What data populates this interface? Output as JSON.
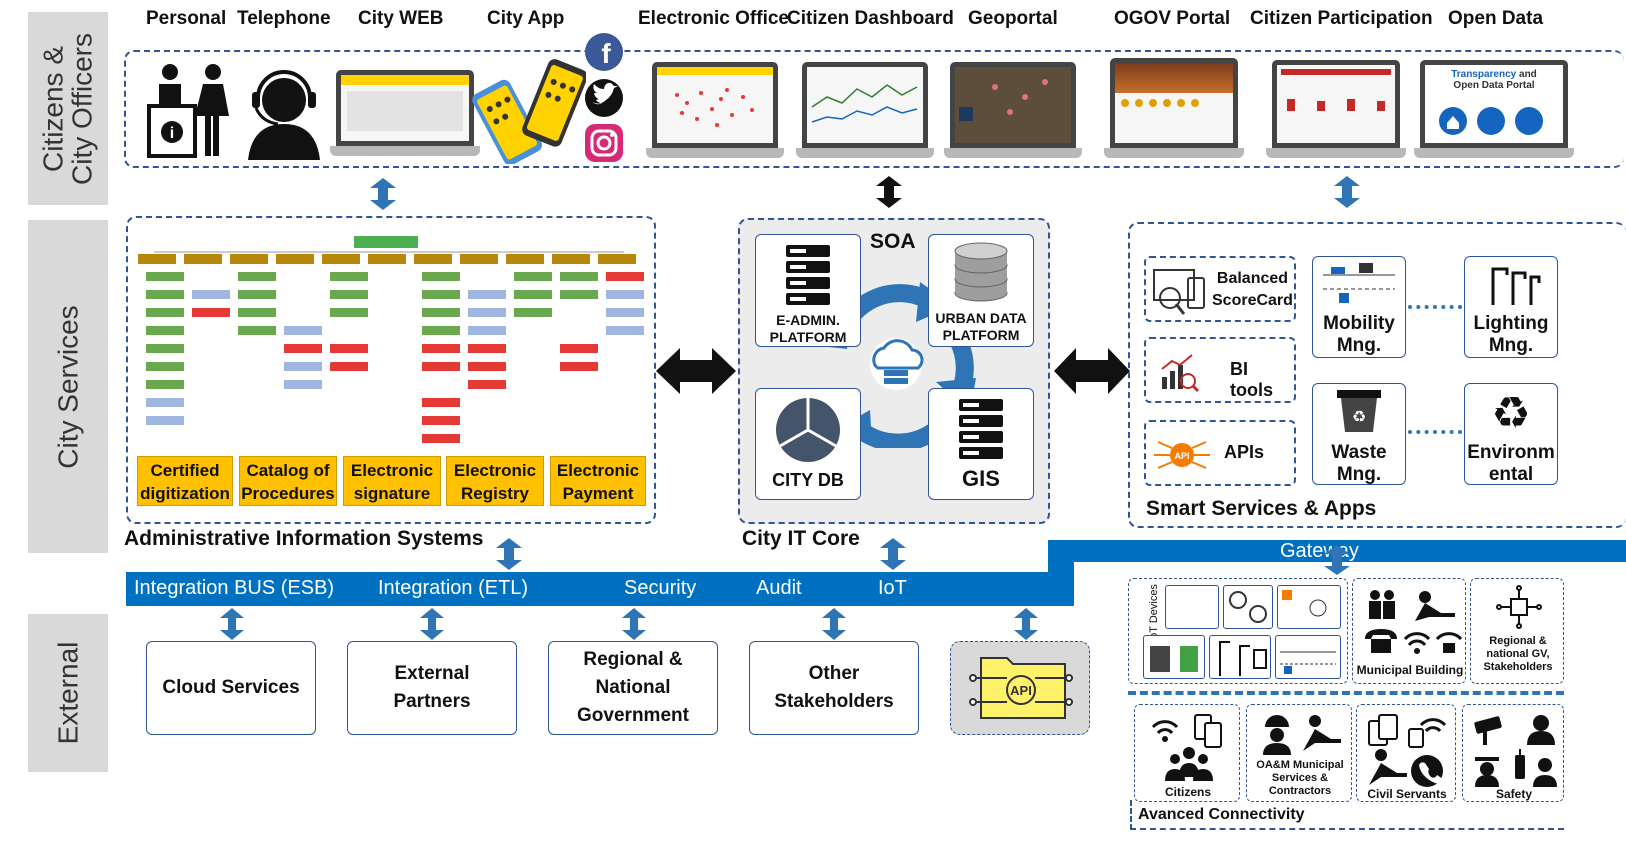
{
  "rows": {
    "citizens": "Citizens & City Officers",
    "services": "City Services",
    "external": "External"
  },
  "channels": [
    "Personal",
    "Telephone",
    "City WEB",
    "City App",
    "Electronic Office",
    "Citizen Dashboard",
    "Geoportal",
    "OGOV Portal",
    "Citizen Participation",
    "Open Data"
  ],
  "open_data_screen": {
    "line1": "Transparency",
    "line2": "and",
    "line3": "Open Data Portal"
  },
  "ais": {
    "title": "Administrative Information Systems",
    "buttons": [
      {
        "l1": "Certified",
        "l2": "digitization"
      },
      {
        "l1": "Catalog of",
        "l2": "Procedures"
      },
      {
        "l1": "Electronic",
        "l2": "signature"
      },
      {
        "l1": "Electronic",
        "l2": "Registry"
      },
      {
        "l1": "Electronic",
        "l2": "Payment"
      }
    ]
  },
  "core": {
    "title": "City IT Core",
    "soa": "SOA",
    "eadmin": {
      "l1": "E-ADMIN.",
      "l2": "PLATFORM"
    },
    "urban": {
      "l1": "URBAN DATA",
      "l2": "PLATFORM"
    },
    "citydb": "CITY DB",
    "gis": "GIS"
  },
  "smart": {
    "title": "Smart Services & Apps",
    "bsc": {
      "l1": "Balanced",
      "l2": "ScoreCard"
    },
    "bi": "BI tools",
    "apis": "APIs",
    "mobility": {
      "l1": "Mobility",
      "l2": "Mng."
    },
    "lighting": {
      "l1": "Lighting",
      "l2": "Mng."
    },
    "waste": {
      "l1": "Waste",
      "l2": "Mng."
    },
    "environmental": {
      "l1": "Environm",
      "l2": "ental"
    }
  },
  "bus": {
    "gateway": "Gateway",
    "items": [
      "Integration BUS (ESB)",
      "Integration (ETL)",
      "Security",
      "Audit",
      "IoT"
    ]
  },
  "external": {
    "cloud": "Cloud Services",
    "partners": {
      "l1": "External",
      "l2": "Partners"
    },
    "gov": {
      "l1": "Regional &",
      "l2": "National",
      "l3": "Government"
    },
    "other": {
      "l1": "Other",
      "l2": "Stakeholders"
    },
    "api": "API"
  },
  "connectivity": {
    "iot_devices": "IoT Devices",
    "municipal_building": "Municipal Building",
    "regional": {
      "l1": "Regional &",
      "l2": "national GV,",
      "l3": "Stakeholders"
    },
    "citizens": "Citizens",
    "oam": {
      "l1": "OA&M Municipal",
      "l2": "Services &",
      "l3": "Contractors"
    },
    "civil_servants": "Civil Servants",
    "safety": "Safety",
    "title": "Avanced Connectivity"
  },
  "colors": {
    "accent": "#0070c0",
    "border": "#2e5597",
    "yellow": "#ffc000",
    "label_bg": "#d9d9d9"
  }
}
